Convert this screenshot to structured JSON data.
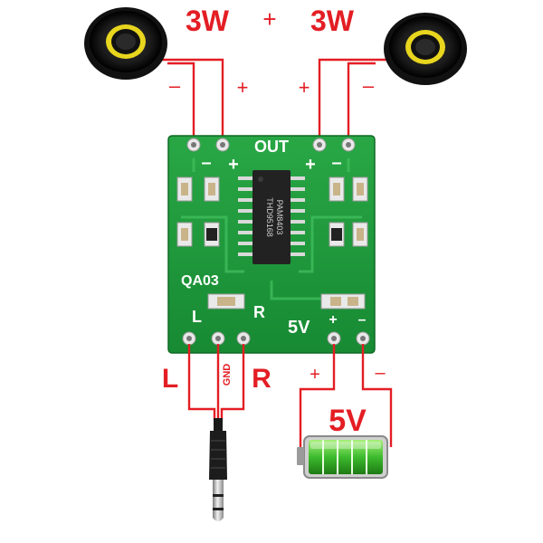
{
  "speakers": {
    "left_power": "3W",
    "right_power": "3W",
    "center_sign": "+",
    "left_minus": "–",
    "left_plus": "+",
    "right_plus": "+",
    "right_minus": "–"
  },
  "board": {
    "out_label": "OUT",
    "out_left_minus": "–",
    "out_left_plus": "+",
    "out_right_plus": "+",
    "out_right_minus": "–",
    "chip_line1": "PAM8403",
    "chip_line2": "THD95168",
    "model": "QA03",
    "in_left": "L",
    "in_right": "R",
    "supply": "5V",
    "supply_plus": "+",
    "supply_minus": "–",
    "colors": {
      "pcb": "#1f9a3c",
      "pcb_light": "#2bb14a",
      "chip": "#222222"
    }
  },
  "inputs": {
    "left": "L",
    "gnd": "GND",
    "right": "R"
  },
  "power": {
    "voltage": "5V",
    "plus": "+",
    "minus": "–",
    "battery_color": "#3dbb2e"
  },
  "colors": {
    "wire": "#e31e24",
    "accent": "#e31e24"
  }
}
